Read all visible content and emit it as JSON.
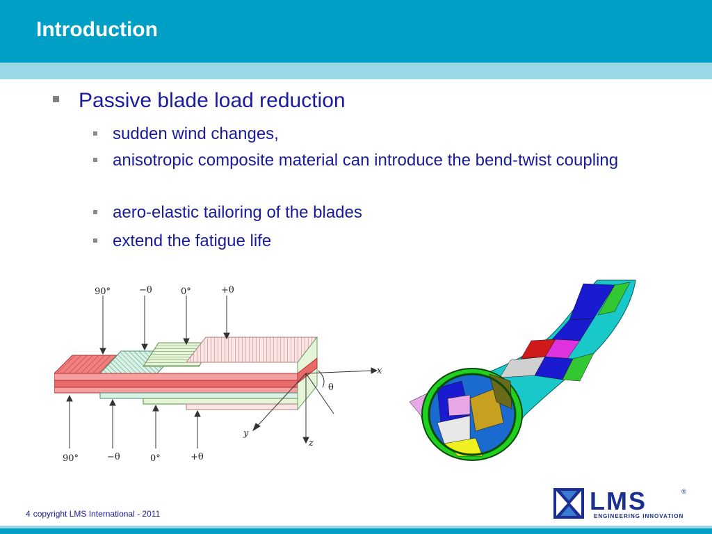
{
  "slide": {
    "title": "Introduction",
    "bullet_main": "Passive blade load reduction",
    "sub_bullets": [
      "sudden wind changes,",
      "anisotropic composite material can introduce the bend-twist coupling",
      "aero-elastic tailoring of the blades",
      "extend the fatigue life"
    ]
  },
  "figure_left": {
    "top_labels": [
      "90°",
      "−θ",
      "0°",
      "+θ"
    ],
    "bottom_labels": [
      "90°",
      "−θ",
      "0°",
      "+θ"
    ],
    "axis_x": "x",
    "axis_y": "y",
    "axis_z": "z",
    "angle": "θ"
  },
  "footer": {
    "page_number": "4",
    "copyright": "copyright LMS International - 2011"
  },
  "logo": {
    "word": "LMS",
    "registered": "®",
    "tagline": "ENGINEERING INNOVATION"
  },
  "colors": {
    "title_bar": "#009fc6",
    "title_stripe": "#9ad8e8",
    "bullet_text": "#1a1a9c",
    "brand": "#1a2f8f"
  }
}
